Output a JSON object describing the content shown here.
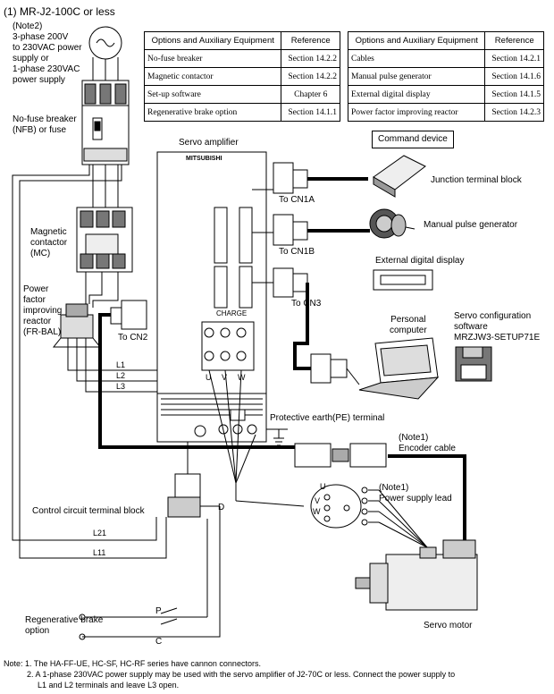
{
  "title": "(1) MR-J2-100C or less",
  "note2_label": "(Note2)",
  "power_supply_lines": [
    "3-phase 200V",
    "to 230VAC power",
    "supply or",
    "1-phase 230VAC",
    "power supply"
  ],
  "nfb_lines": [
    "No-fuse breaker",
    "(NFB) or fuse"
  ],
  "mc_lines": [
    "Magnetic",
    "contactor",
    "(MC)"
  ],
  "pfr_lines": [
    "Power",
    "factor",
    "improving",
    "reactor",
    "(FR-BAL)"
  ],
  "table_left": {
    "headers": [
      "Options and Auxiliary Equipment",
      "Reference"
    ],
    "rows": [
      [
        "No-fuse breaker",
        "Section 14.2.2"
      ],
      [
        "Magnetic contactor",
        "Section 14.2.2"
      ],
      [
        "Set-up software",
        "Chapter 6"
      ],
      [
        "Regenerative brake option",
        "Section 14.1.1"
      ]
    ]
  },
  "table_right": {
    "headers": [
      "Options and Auxiliary Equipment",
      "Reference"
    ],
    "rows": [
      [
        "Cables",
        "Section 14.2.1"
      ],
      [
        "Manual pulse generator",
        "Section 14.1.6"
      ],
      [
        "External digital display",
        "Section 14.1.5"
      ],
      [
        "Power factor improving reactor",
        "Section 14.2.3"
      ]
    ]
  },
  "labels": {
    "servo_amplifier": "Servo amplifier",
    "mitsubishi": "MITSUBISHI",
    "charge": "CHARGE",
    "command_device": "Command device",
    "to_cn1a": "To CN1A",
    "to_cn1b": "To CN1B",
    "to_cn3": "To CN3",
    "to_cn2": "To CN2",
    "junction_terminal_block": "Junction terminal block",
    "manual_pulse_generator": "Manual pulse generator",
    "external_digital_display": "External digital display",
    "personal_computer": [
      "Personal",
      "computer"
    ],
    "servo_config_software": [
      "Servo configuration",
      "software",
      "MRZJW3-SETUP71E"
    ],
    "l1": "L1",
    "l2": "L2",
    "l3": "L3",
    "u": "U",
    "v": "V",
    "w": "W",
    "protective_earth": "Protective earth(PE) terminal",
    "encoder_cable": [
      "(Note1)",
      "Encoder cable"
    ],
    "power_supply_lead": [
      "(Note1)",
      "Power supply lead"
    ],
    "control_circuit_terminal_block": "Control circuit terminal block",
    "d": "D",
    "l21": "L21",
    "l11": "L11",
    "p": "P",
    "c": "C",
    "regenerative_brake_option": [
      "Regenerative brake",
      "option"
    ],
    "servo_motor": "Servo motor"
  },
  "notes": {
    "prefix": "Note:",
    "note1": "1. The HA-FF-UE, HC-SF, HC-RF series have cannon connectors.",
    "note2a": "2. A 1-phase 230VAC power supply may be used with the servo amplifier of J2-70C or less. Connect the power supply to",
    "note2b": "L1 and L2 terminals and leave L3 open."
  }
}
